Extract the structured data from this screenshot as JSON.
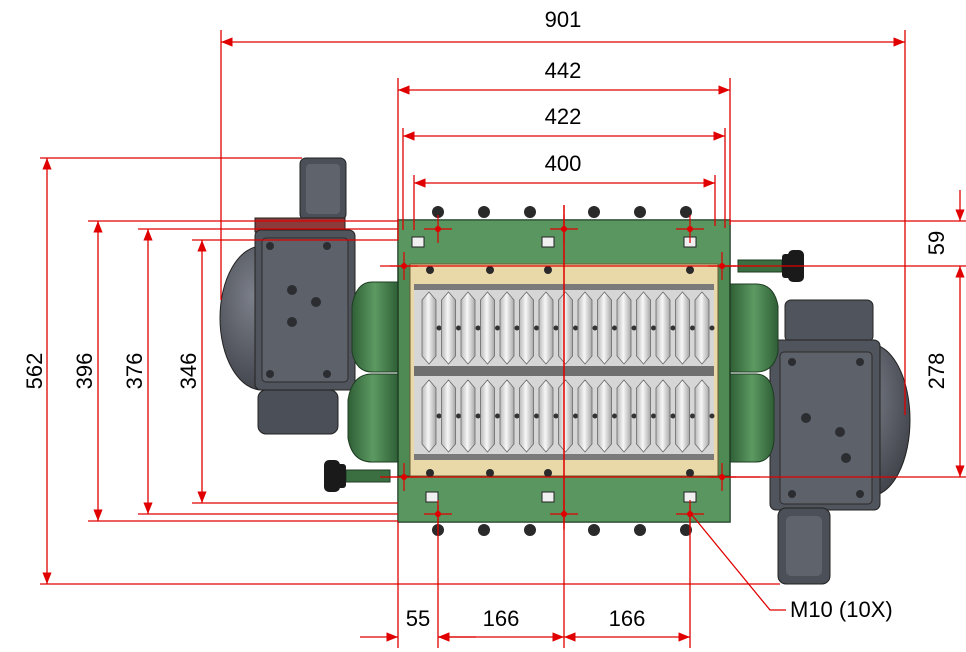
{
  "dimensions": {
    "overall_width": "901",
    "housing_width": "442",
    "inner_width_1": "422",
    "inner_width_2": "400",
    "overall_height": "562",
    "height_396": "396",
    "height_376": "376",
    "height_346": "346",
    "offset_59": "59",
    "spacing_278": "278",
    "edge_55": "55",
    "pitch_1": "166",
    "pitch_2": "166"
  },
  "callout": {
    "bolt_label": "M10 (10X)"
  },
  "colors": {
    "dimension_line": "#e00000",
    "housing_green": "#4f8a55",
    "housing_dark": "#2f5f36",
    "motor_gray": "#5a5e66",
    "motor_dark": "#3b3e45",
    "blade_light": "#e4e4e4",
    "chamber_tan": "#ead9a8",
    "knob_black": "#1a1a1a"
  }
}
